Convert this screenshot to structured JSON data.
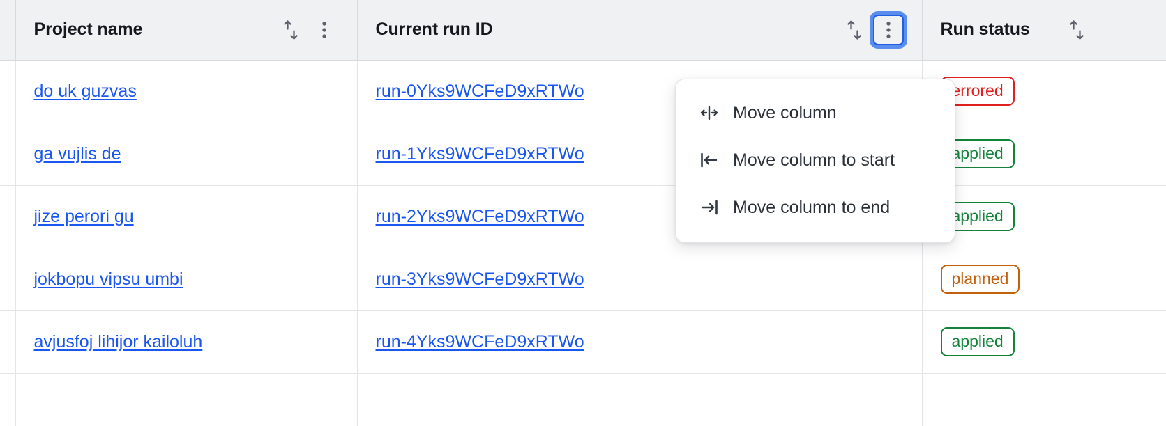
{
  "table": {
    "columns": [
      {
        "key": "project_name",
        "label": "Project name",
        "sort_icon": "sort-arrows-icon",
        "menu_icon": "kebab-menu-icon",
        "has_menu_button": true,
        "menu_open": false
      },
      {
        "key": "current_run_id",
        "label": "Current run ID",
        "sort_icon": "sort-arrows-icon",
        "menu_icon": "kebab-menu-icon",
        "has_menu_button": true,
        "menu_open": true
      },
      {
        "key": "run_status",
        "label": "Run status",
        "sort_icon": "sort-arrows-icon",
        "has_menu_button": false
      }
    ],
    "rows": [
      {
        "project_name": "do uk guzvas",
        "current_run_id": "run-0Yks9WCFeD9xRTWo",
        "run_status": "errored",
        "status_kind": "errored"
      },
      {
        "project_name": "ga vujlis de",
        "current_run_id": "run-1Yks9WCFeD9xRTWo",
        "run_status": "applied",
        "status_kind": "applied"
      },
      {
        "project_name": "jize perori gu",
        "current_run_id": "run-2Yks9WCFeD9xRTWo",
        "run_status": "applied",
        "status_kind": "applied"
      },
      {
        "project_name": "jokbopu vipsu umbi",
        "current_run_id": "run-3Yks9WCFeD9xRTWo",
        "run_status": "planned",
        "status_kind": "planned"
      },
      {
        "project_name": "avjusfoj lihijor kailoluh",
        "current_run_id": "run-4Yks9WCFeD9xRTWo",
        "run_status": "applied",
        "status_kind": "applied"
      }
    ]
  },
  "column_menu": {
    "open": true,
    "anchor_column": "Current run ID",
    "items": [
      {
        "label": "Move column",
        "icon": "move-column-icon"
      },
      {
        "label": "Move column to start",
        "icon": "move-to-start-icon"
      },
      {
        "label": "Move column to end",
        "icon": "move-to-end-icon"
      }
    ]
  },
  "colors": {
    "link": "#1a56f0",
    "header_bg": "#eff1f3",
    "border": "#d8dade",
    "row_border": "#e3e5e8",
    "focus_ring": "#5b8dee",
    "focus_border": "#1f5fe0",
    "status_errored": "#e02020",
    "status_applied": "#13833b",
    "status_planned": "#c2600b",
    "header_text": "#16181d",
    "menu_text": "#2b3038"
  }
}
